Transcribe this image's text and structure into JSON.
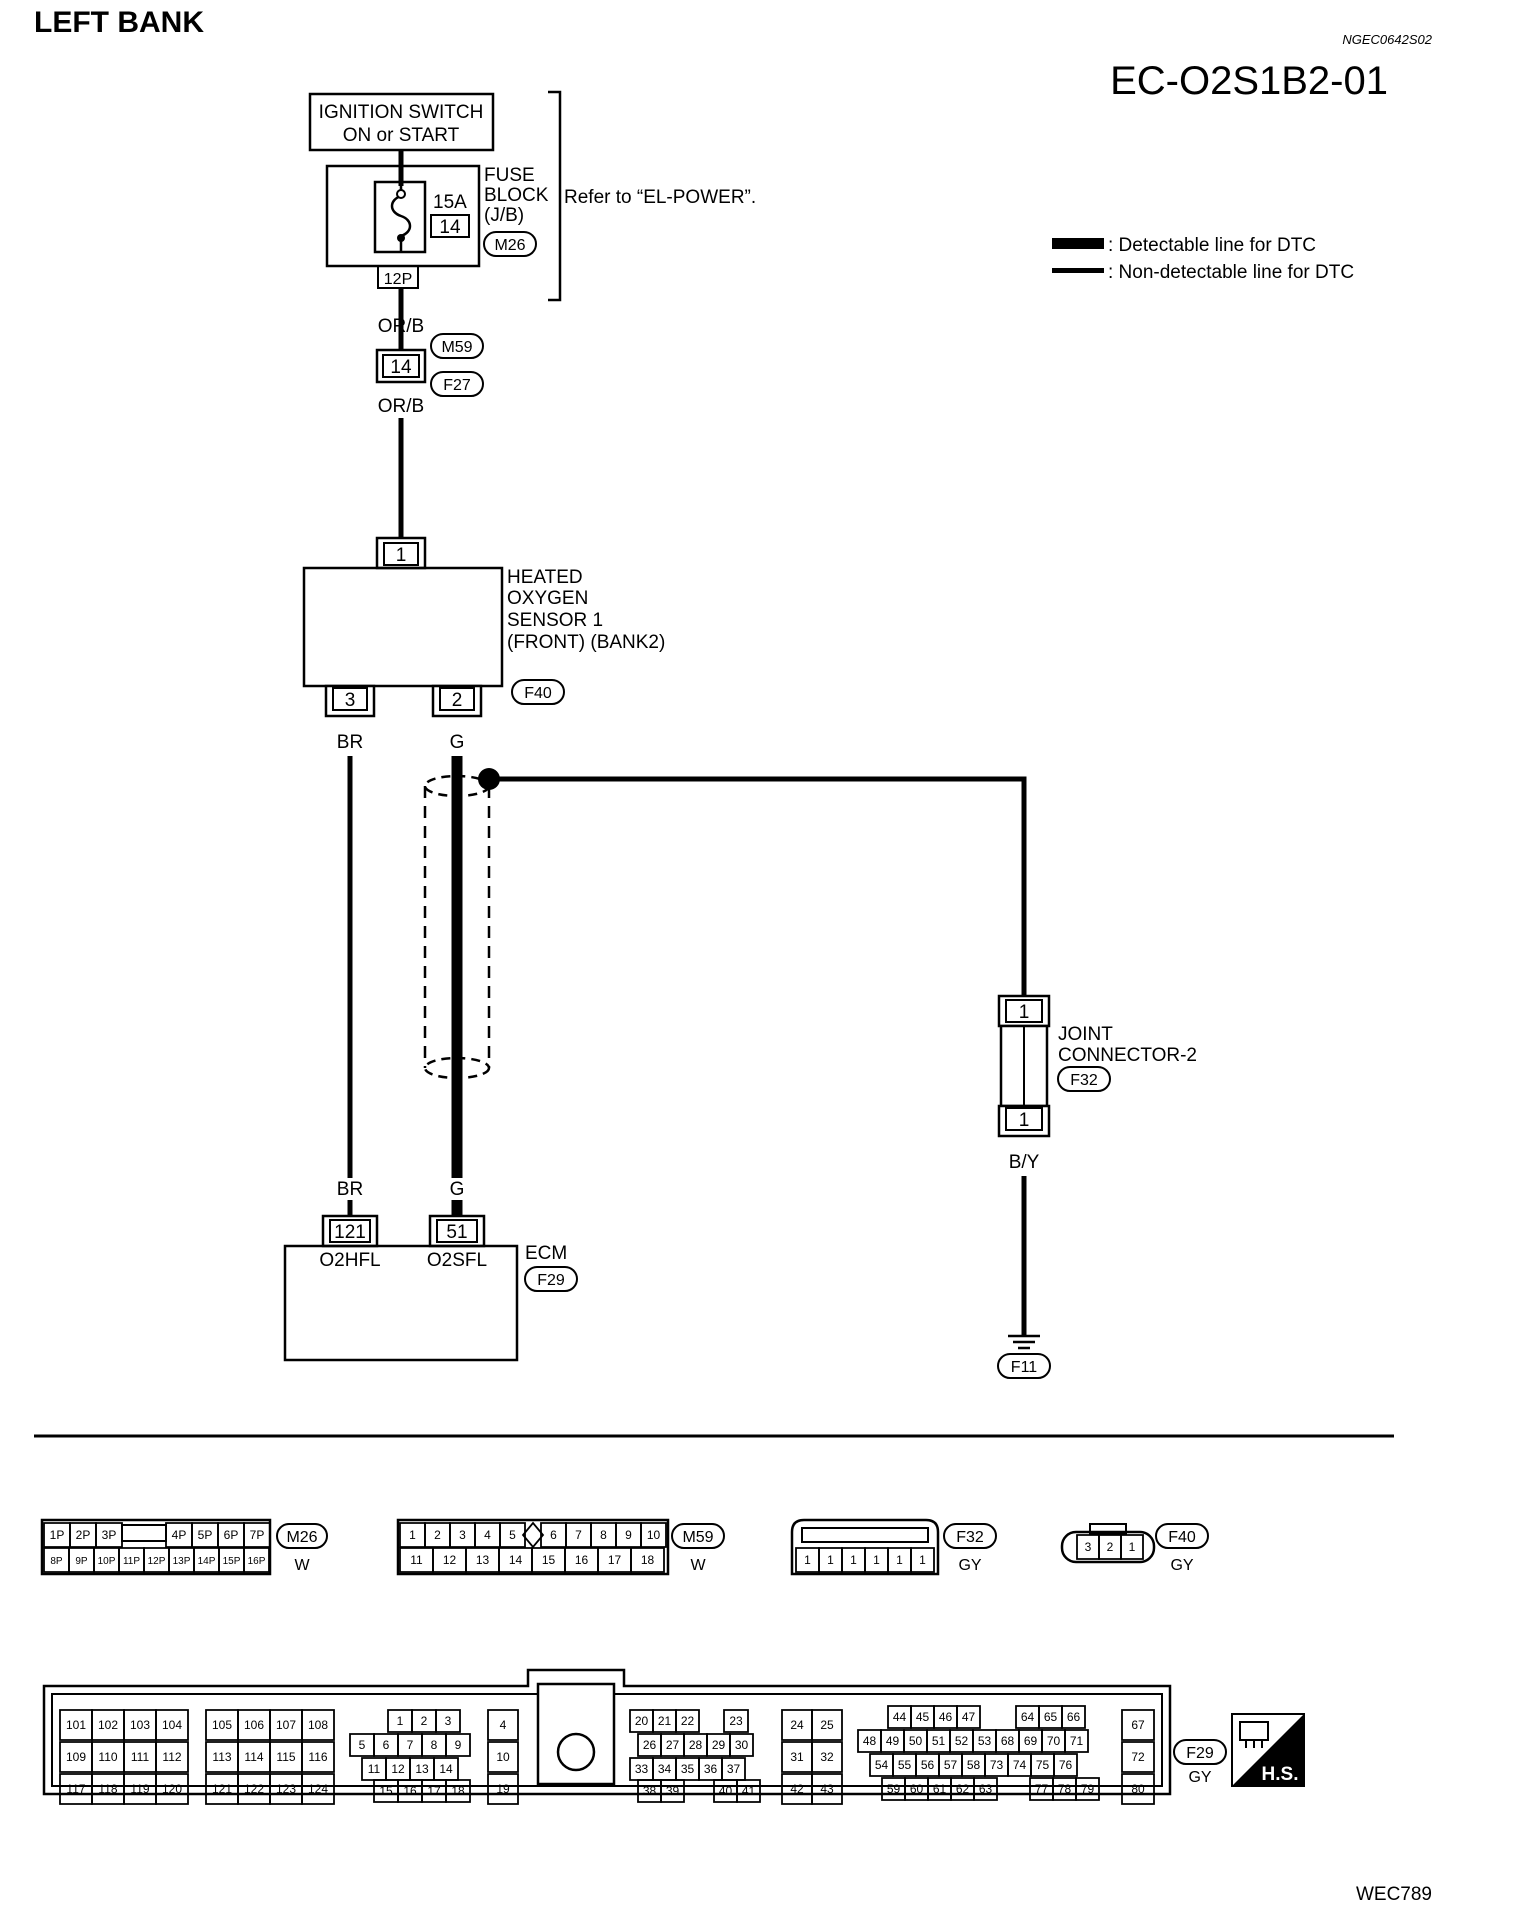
{
  "header": {
    "title": "LEFT BANK",
    "ref_code": "NGEC0642S02",
    "diagram_code": "EC-O2S1B2-01",
    "figure_id": "WEC789"
  },
  "legend": {
    "detectable": ": Detectable line for DTC",
    "non_detectable": ": Non-detectable line for DTC"
  },
  "power": {
    "ignition_line1": "IGNITION SWITCH",
    "ignition_line2": "ON or START",
    "fuse_rating": "15A",
    "fuse_number": "14",
    "fuse_block_line1": "FUSE",
    "fuse_block_line2": "BLOCK",
    "fuse_block_line3": "(J/B)",
    "fuse_block_connector": "M26",
    "refer_note": "Refer to “EL-POWER”.",
    "fuse_out_pin": "12P",
    "wire_color_top": "OR/B",
    "joint_pin": "14",
    "joint_conn_top": "M59",
    "joint_conn_bottom": "F27",
    "wire_color_bottom": "OR/B"
  },
  "sensor": {
    "name_line1": "HEATED",
    "name_line2": "OXYGEN",
    "name_line3": "SENSOR 1",
    "name_line4": "(FRONT) (BANK2)",
    "pin_top": "1",
    "pin_left": "3",
    "pin_right": "2",
    "connector": "F40",
    "wire_left": "BR",
    "wire_right": "G"
  },
  "joint_connector": {
    "name_line1": "JOINT",
    "name_line2": "CONNECTOR-2",
    "connector": "F32",
    "pin_top": "1",
    "pin_bottom": "1",
    "wire": "B/Y",
    "ground": "F11"
  },
  "ecm": {
    "name": "ECM",
    "connector": "F29",
    "wire_left": "BR",
    "wire_right": "G",
    "pin_left": "121",
    "pin_right": "51",
    "term_left": "O2HFL",
    "term_right": "O2SFL"
  },
  "connector_views": {
    "m26": {
      "name": "M26",
      "color": "W",
      "row1_left": [
        "1P",
        "2P",
        "3P"
      ],
      "row1_right": [
        "4P",
        "5P",
        "6P",
        "7P"
      ],
      "row2": [
        "8P",
        "9P",
        "10P",
        "11P",
        "12P",
        "13P",
        "14P",
        "15P",
        "16P"
      ]
    },
    "m59": {
      "name": "M59",
      "color": "W",
      "row1_left": [
        "1",
        "2",
        "3",
        "4",
        "5"
      ],
      "row1_right": [
        "6",
        "7",
        "8",
        "9",
        "10"
      ],
      "row2": [
        "11",
        "12",
        "13",
        "14",
        "15",
        "16",
        "17",
        "18"
      ]
    },
    "f32": {
      "name": "F32",
      "color": "GY",
      "row": [
        "1",
        "1",
        "1",
        "1",
        "1",
        "1"
      ]
    },
    "f40": {
      "name": "F40",
      "color": "GY",
      "row": [
        "3",
        "2",
        "1"
      ]
    },
    "f29": {
      "name": "F29",
      "color": "GY",
      "hs_label": "H.S.",
      "group_a": [
        [
          "101",
          "102",
          "103",
          "104"
        ],
        [
          "109",
          "110",
          "111",
          "112"
        ],
        [
          "117",
          "118",
          "119",
          "120"
        ]
      ],
      "group_b": [
        [
          "105",
          "106",
          "107",
          "108"
        ],
        [
          "113",
          "114",
          "115",
          "116"
        ],
        [
          "121",
          "122",
          "123",
          "124"
        ]
      ],
      "group_c": [
        [
          "1",
          "2",
          "3"
        ],
        [
          "5",
          "6",
          "7",
          "8",
          "9"
        ],
        [
          "11",
          "12",
          "13",
          "14"
        ],
        [
          "15",
          "16",
          "17",
          "18"
        ]
      ],
      "group_d": [
        "4",
        "10",
        "19"
      ],
      "group_e": [
        [
          "20",
          "21",
          "22",
          "23"
        ],
        [
          "26",
          "27",
          "28",
          "29",
          "30"
        ],
        [
          "33",
          "34",
          "35",
          "36",
          "37"
        ],
        [
          "38",
          "39",
          "40",
          "41"
        ]
      ],
      "group_f": [
        [
          "24",
          "25"
        ],
        [
          "31",
          "32"
        ],
        [
          "42",
          "43"
        ]
      ],
      "group_g": [
        [
          "44",
          "45",
          "46",
          "47",
          "64",
          "65",
          "66"
        ],
        [
          "48",
          "49",
          "50",
          "51",
          "52",
          "53",
          "68",
          "69",
          "70",
          "71"
        ],
        [
          "54",
          "55",
          "56",
          "57",
          "58",
          "73",
          "74",
          "75",
          "76"
        ],
        [
          "59",
          "60",
          "61",
          "62",
          "63",
          "77",
          "78",
          "79"
        ]
      ],
      "group_h": [
        "67",
        "72",
        "80"
      ]
    }
  }
}
